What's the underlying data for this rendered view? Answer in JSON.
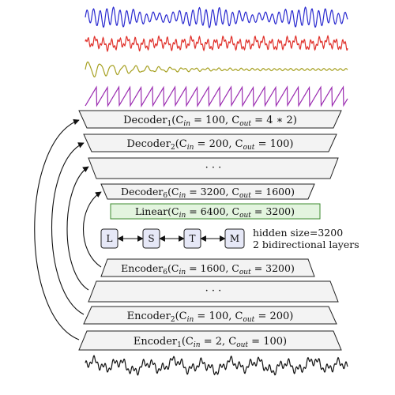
{
  "waves": [
    {
      "name": "blue",
      "color": "#2a2ad0"
    },
    {
      "name": "red",
      "color": "#e0302a"
    },
    {
      "name": "olive",
      "color": "#a6a020"
    },
    {
      "name": "purple",
      "color": "#9a2ab0"
    },
    {
      "name": "input",
      "color": "#111111"
    }
  ],
  "decoders": [
    {
      "base": "Decoder",
      "sub": "1",
      "args": "(C",
      "p1": "in",
      "eq1": " = 100, C",
      "p2": "out",
      "eq2": " = 4 ∗ 2)"
    },
    {
      "base": "Decoder",
      "sub": "2",
      "args": "(C",
      "p1": "in",
      "eq1": " = 200, C",
      "p2": "out",
      "eq2": " = 100)"
    },
    {
      "ellipsis": "· · ·"
    },
    {
      "base": "Decoder",
      "sub": "6",
      "args": "(C",
      "p1": "in",
      "eq1": " = 3200, C",
      "p2": "out",
      "eq2": " = 1600)"
    }
  ],
  "linear": {
    "base": "Linear",
    "args": "(C",
    "p1": "in",
    "eq1": " = 6400, C",
    "p2": "out",
    "eq2": " = 3200)"
  },
  "rnn_boxes": [
    "L",
    "S",
    "T",
    "M"
  ],
  "rnn_info": [
    "hidden size=3200",
    "2 bidirectional layers"
  ],
  "encoders": [
    {
      "base": "Encoder",
      "sub": "6",
      "args": "(C",
      "p1": "in",
      "eq1": " = 1600, C",
      "p2": "out",
      "eq2": " = 3200)"
    },
    {
      "ellipsis": "· · ·"
    },
    {
      "base": "Encoder",
      "sub": "2",
      "args": "(C",
      "p1": "in",
      "eq1": " = 100, C",
      "p2": "out",
      "eq2": " = 200)"
    },
    {
      "base": "Encoder",
      "sub": "1",
      "args": "(C",
      "p1": "in",
      "eq1": " = 2, C",
      "p2": "out",
      "eq2": " = 100)"
    }
  ]
}
